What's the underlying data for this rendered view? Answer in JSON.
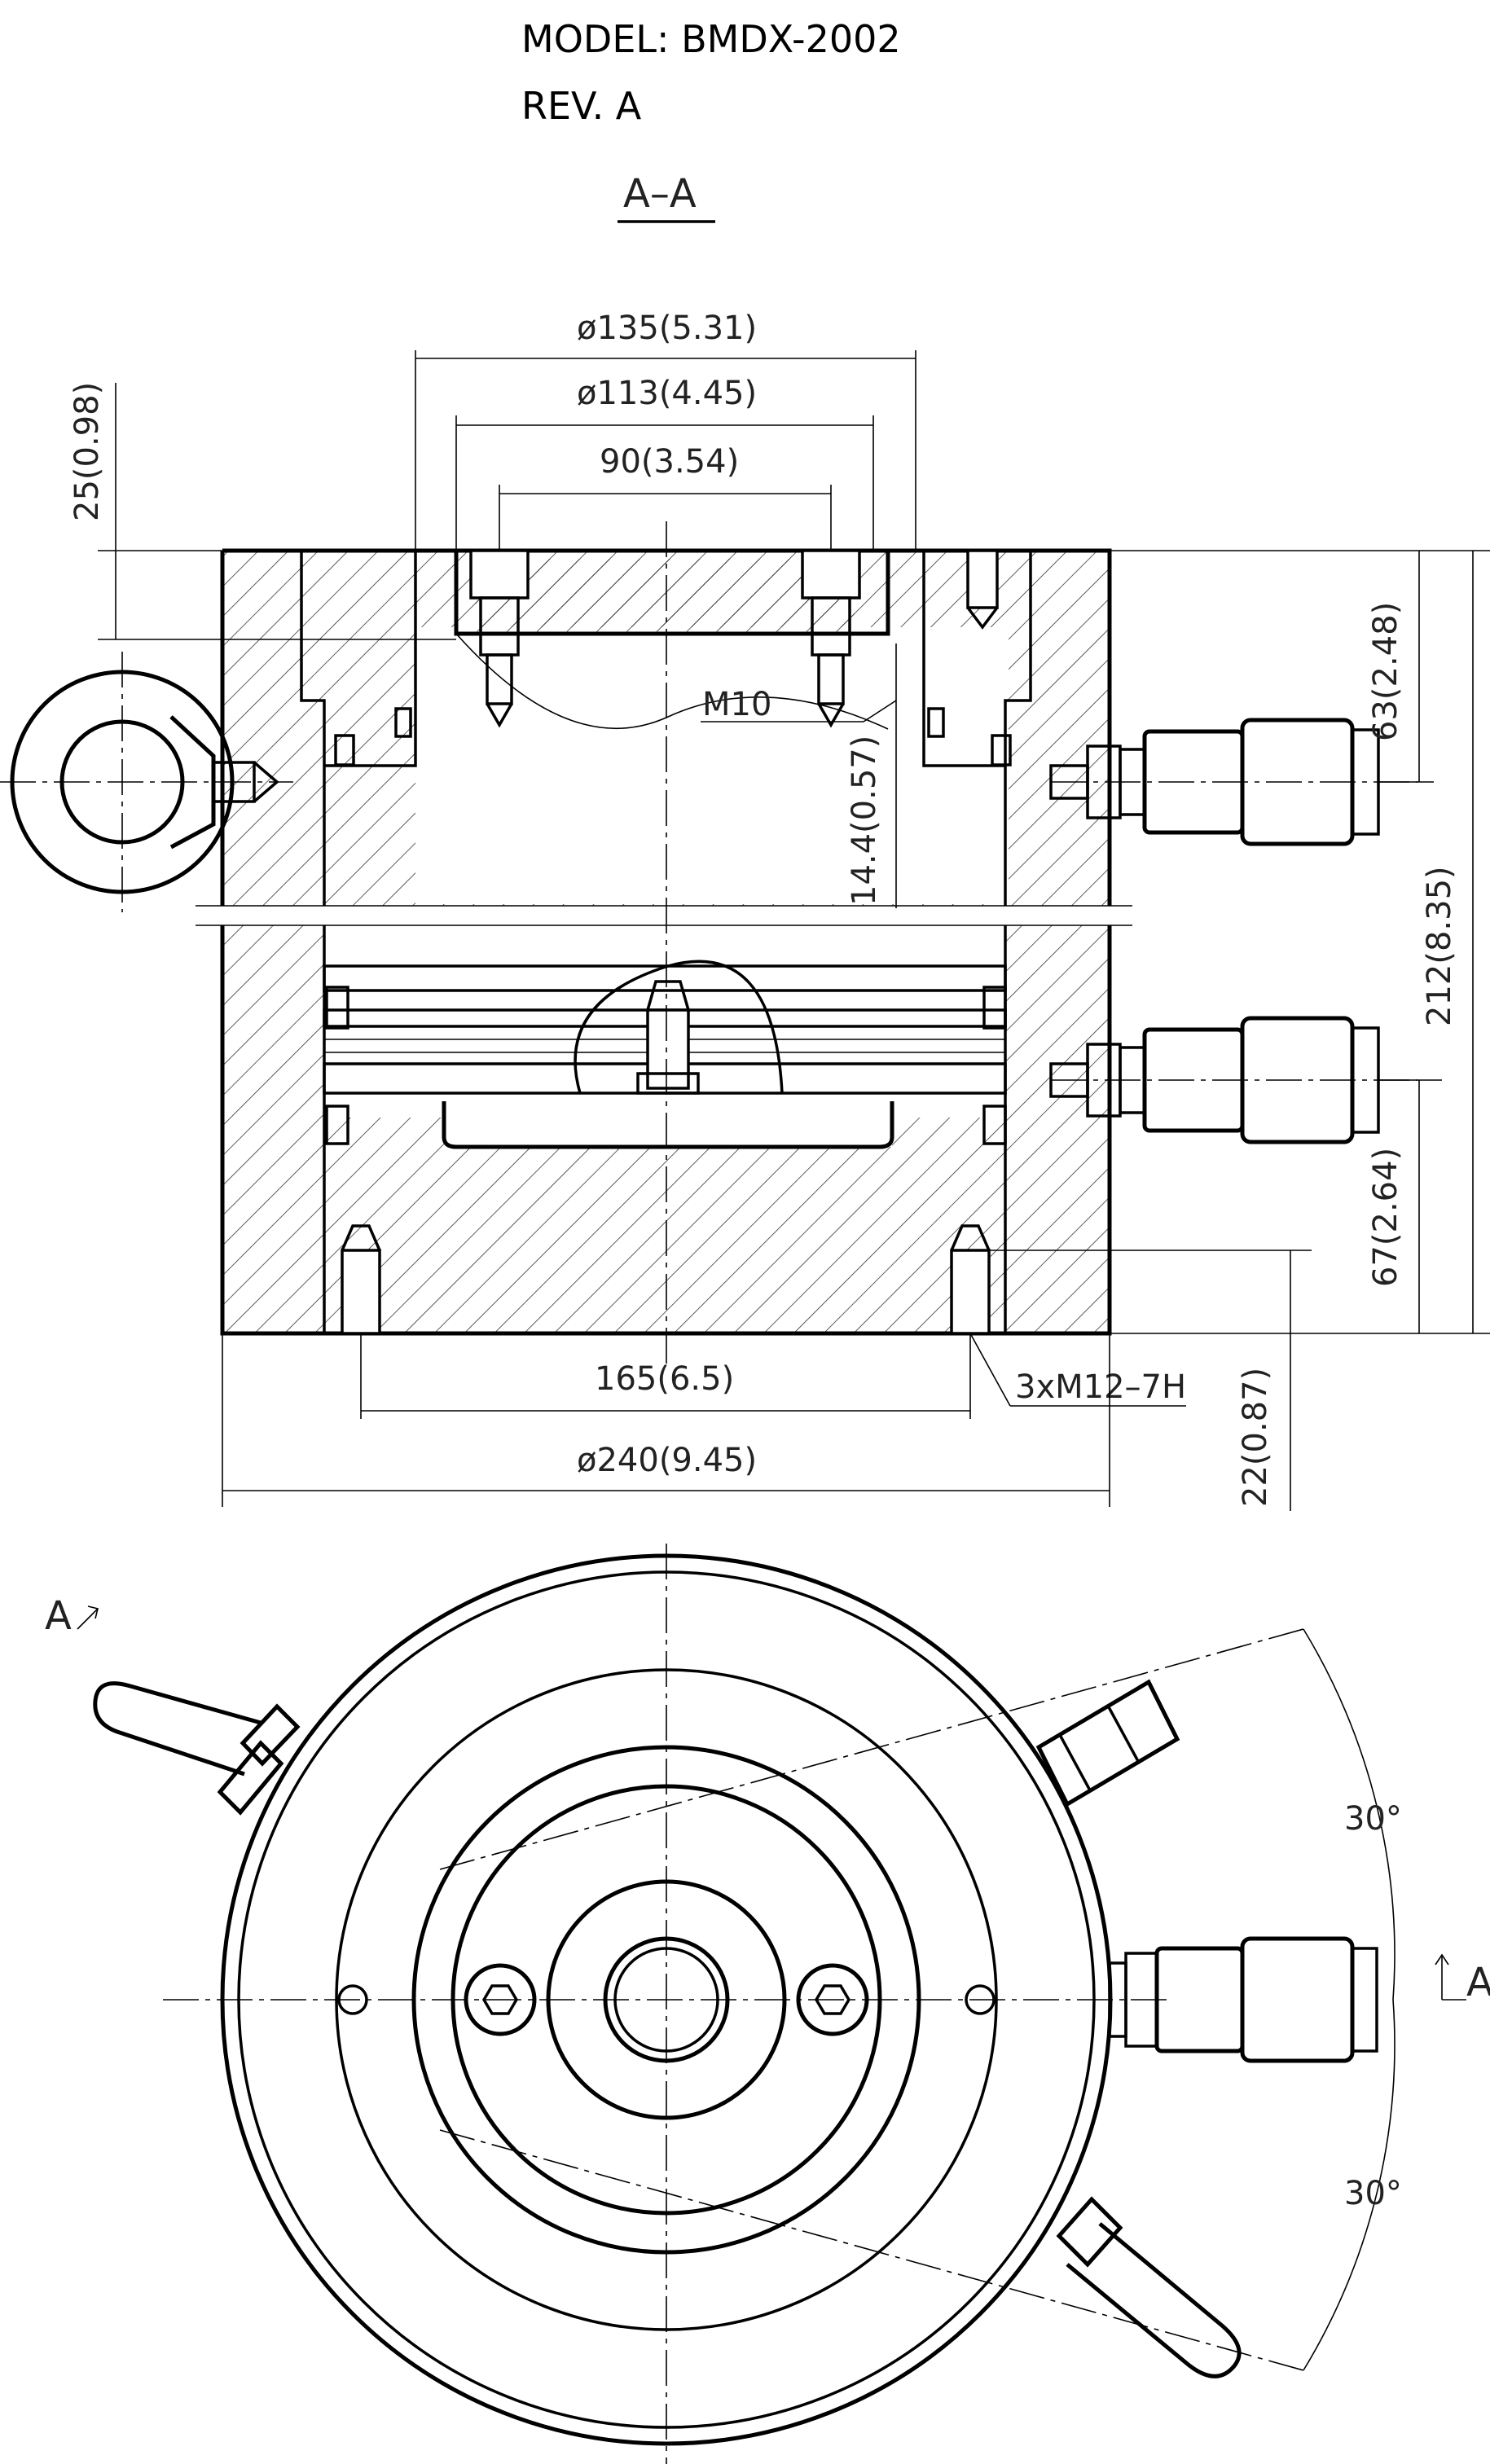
{
  "title_block": {
    "model": "MODEL: BMDX-2002",
    "revision": "REV. A"
  },
  "section_view": {
    "section_label": "A–A",
    "dimensions": {
      "dia_135": "ø135(5.31)",
      "dia_113": "ø113(4.45)",
      "width_90": "90(3.54)",
      "height_25": "25(0.98)",
      "height_63": "63(2.48)",
      "height_212": "212(8.35)",
      "height_67": "67(2.64)",
      "height_22": "22(0.87)",
      "height_14_4": "14.4(0.57)",
      "thread_m10": "M10",
      "bolt_circle_165": "165(6.5)",
      "dia_240": "ø240(9.45)",
      "thread_callout": "3xM12–7H"
    }
  },
  "top_view": {
    "cut_marker_left": "A",
    "cut_marker_right": "A",
    "angle_upper": "30°",
    "angle_lower": "30°"
  },
  "colors": {
    "line": "#000000",
    "paper": "#ffffff",
    "hatch": "#333333"
  }
}
